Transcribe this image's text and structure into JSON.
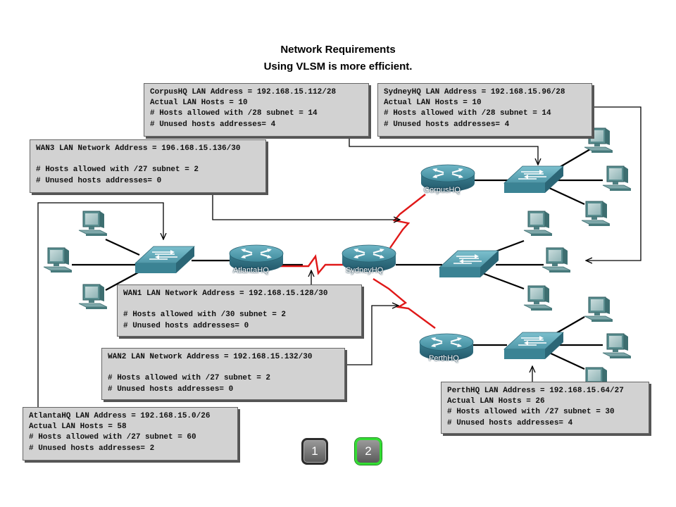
{
  "title": {
    "line1": "Network Requirements",
    "line2": "Using VLSM is more efficient."
  },
  "routers": {
    "atlanta": "AtlantaHQ",
    "sydney": "SydneyHQ",
    "corpus": "CorpusHQ",
    "perth": "PerthHQ"
  },
  "boxes": {
    "corpus": [
      "CorpusHQ LAN Address = 192.168.15.112/28",
      "Actual LAN Hosts = 10",
      "# Hosts allowed with /28 subnet = 14",
      "# Unused hosts addresses= 4"
    ],
    "sydney": [
      "SydneyHQ LAN Address = 192.168.15.96/28",
      "Actual LAN Hosts = 10",
      "# Hosts allowed with /28 subnet = 14",
      "# Unused hosts addresses= 4"
    ],
    "wan3": [
      "WAN3 LAN Network Address = 196.168.15.136/30",
      "",
      "# Hosts allowed with /27 subnet = 2",
      "# Unused hosts addresses= 0"
    ],
    "wan1": [
      "WAN1 LAN Network Address = 192.168.15.128/30",
      "",
      "# Hosts allowed with /30 subnet = 2",
      "# Unused hosts addresses= 0"
    ],
    "wan2": [
      "WAN2 LAN Network Address = 192.168.15.132/30",
      "",
      "# Hosts allowed with /27 subnet = 2",
      "# Unused hosts addresses= 0"
    ],
    "perth": [
      "PerthHQ LAN Address = 192.168.15.64/27",
      "Actual LAN Hosts = 26",
      "# Hosts allowed with /27 subnet = 30",
      "# Unused hosts addresses= 4"
    ],
    "atlanta": [
      "AtlantaHQ LAN Address = 192.168.15.0/26",
      "Actual LAN Hosts = 58",
      "# Hosts allowed with /27 subnet = 60",
      "# Unused hosts addresses= 2"
    ]
  },
  "nav": {
    "page1": "1",
    "page2": "2"
  },
  "colors": {
    "router_body": "#3f8a9c",
    "switch_body": "#4f97a8",
    "wan_link": "#e01818",
    "box_bg": "#d2d2d2",
    "active_page": "#33dd33"
  }
}
